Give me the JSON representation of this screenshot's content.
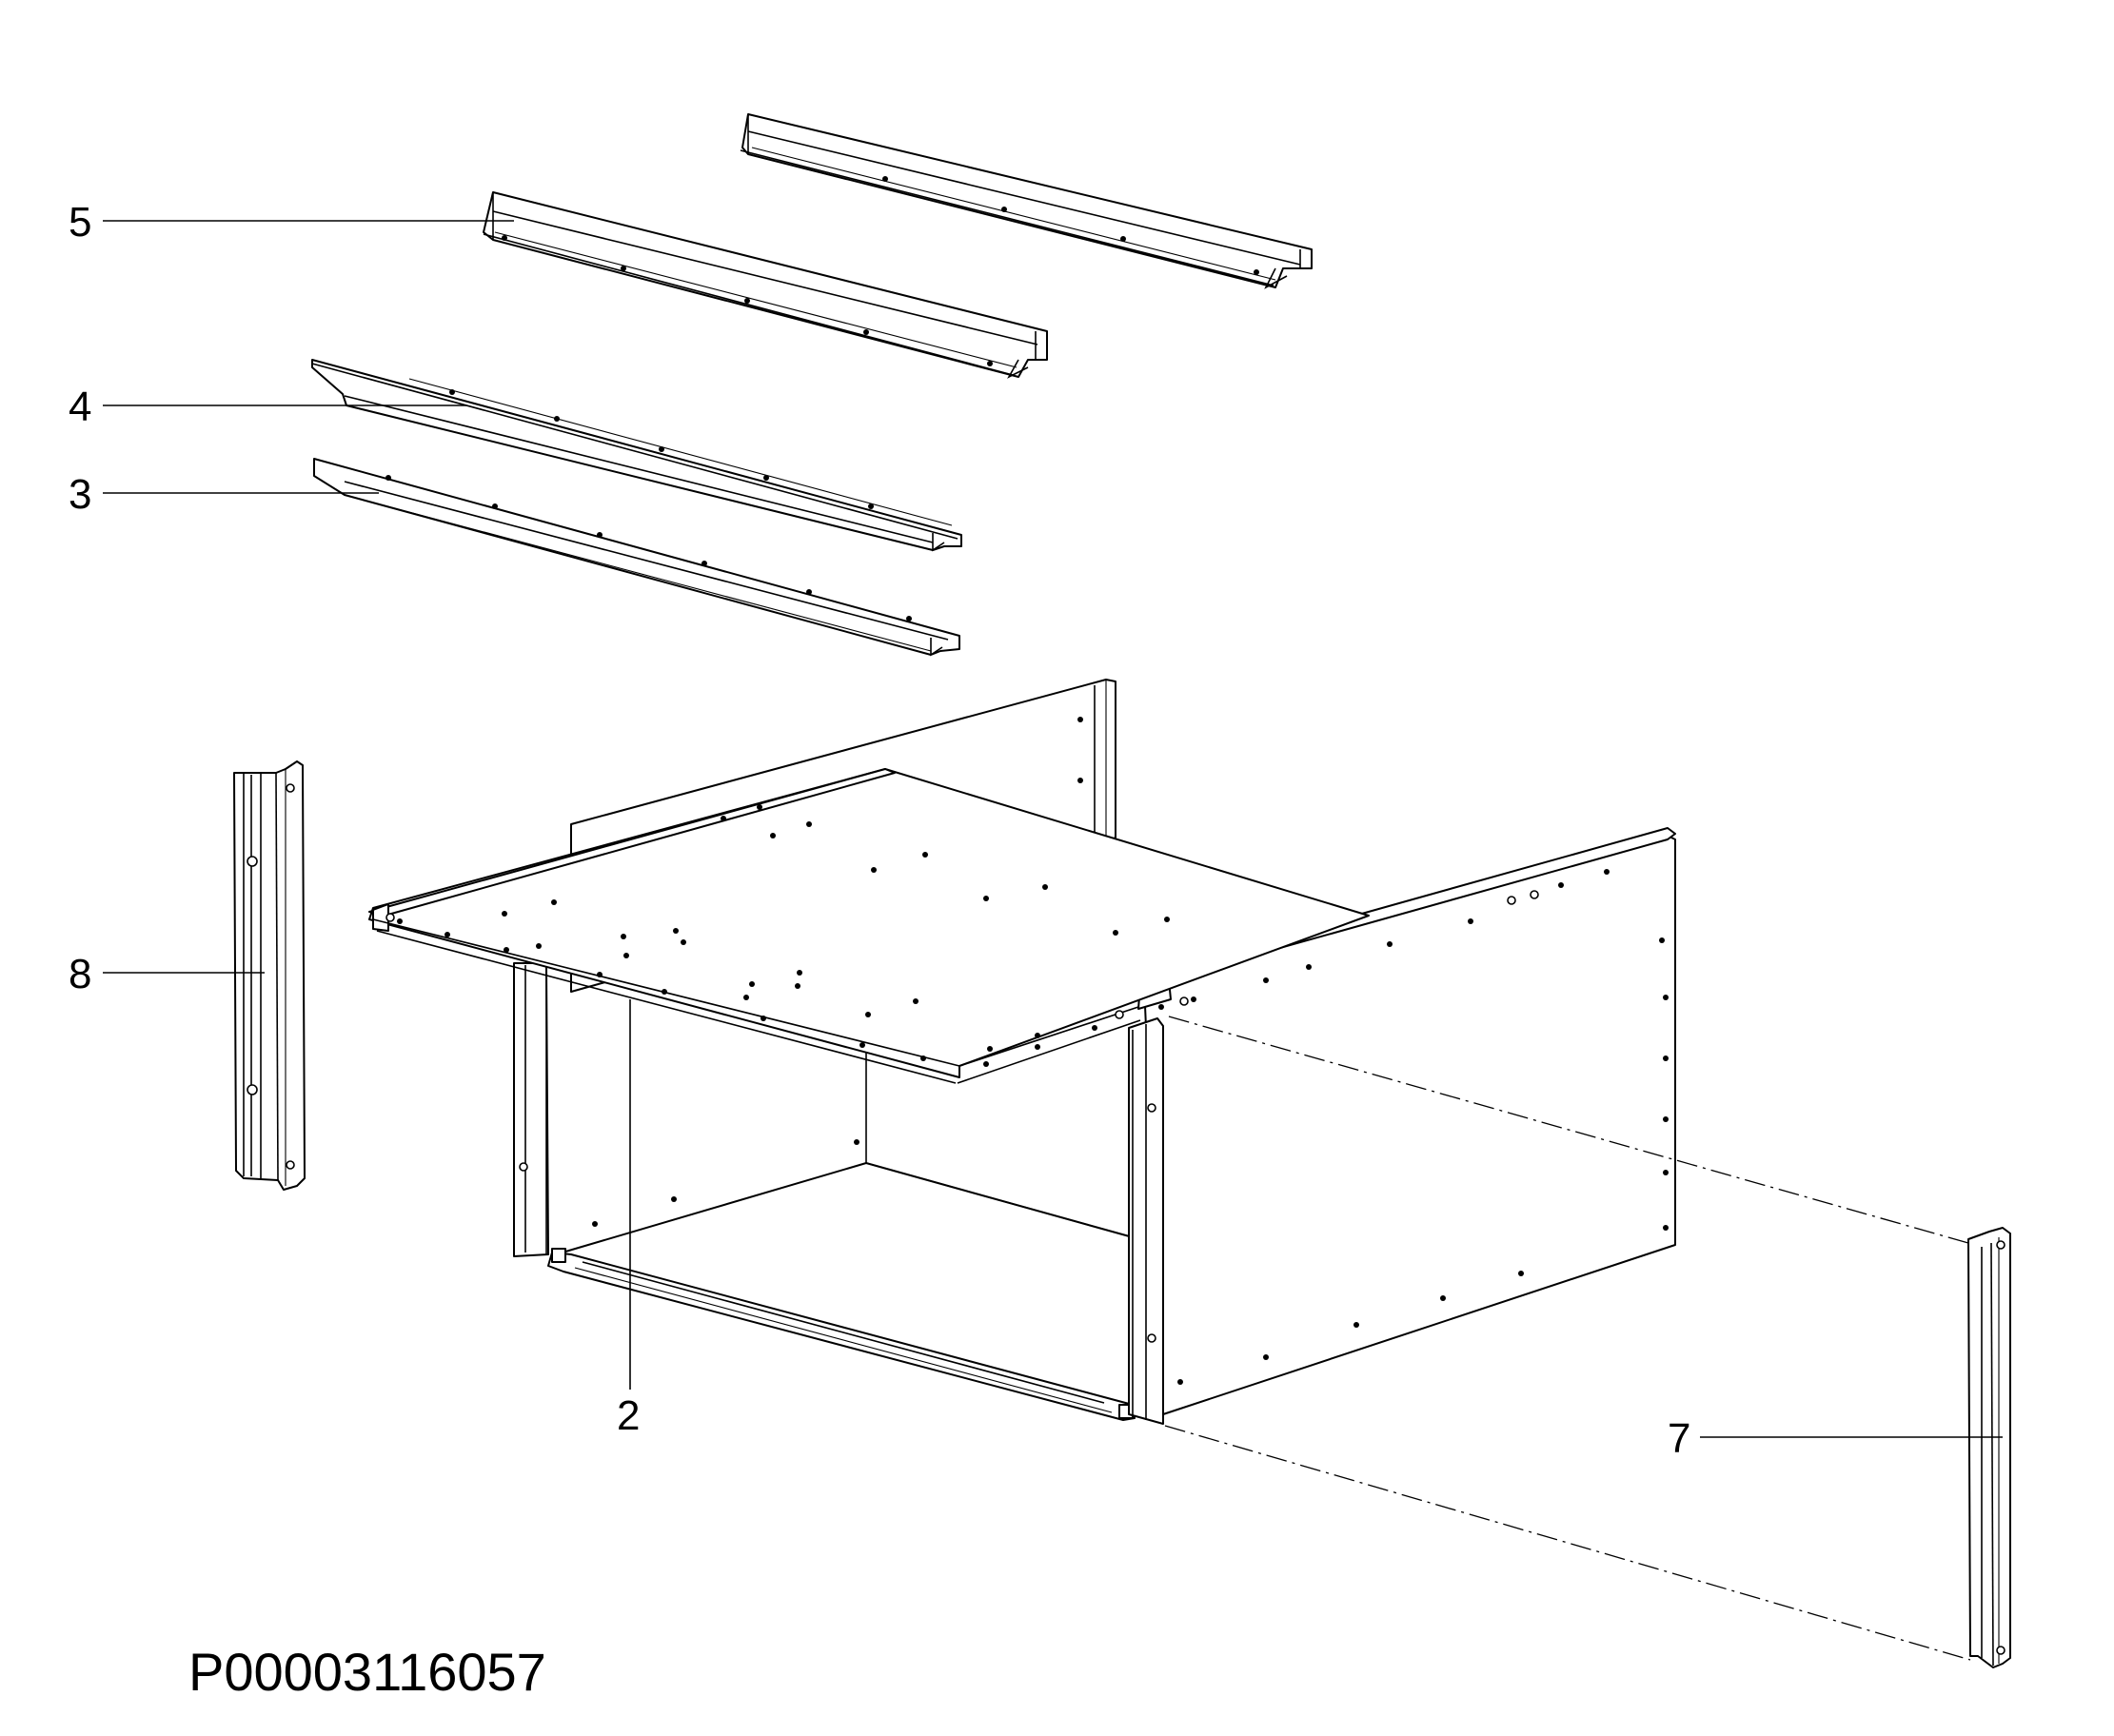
{
  "drawing_number": "P00003116057",
  "callouts": {
    "item_5": "5",
    "item_4": "4",
    "item_3": "3",
    "item_8": "8",
    "item_2": "2",
    "item_7": "7"
  },
  "colors": {
    "line": "#000000",
    "background": "#ffffff"
  }
}
